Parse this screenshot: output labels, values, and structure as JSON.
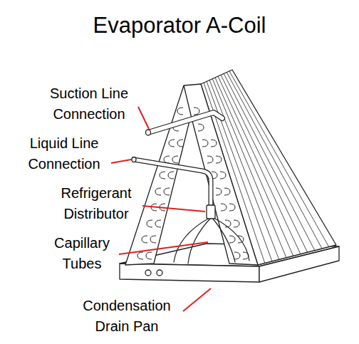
{
  "diagram": {
    "title": "Evaporator A-Coil",
    "labels": [
      "Suction Line Connection",
      "Liquid Line Connection",
      "Refrigerant Distributor",
      "Capillary Tubes",
      "Condensation Drain Pan"
    ]
  }
}
